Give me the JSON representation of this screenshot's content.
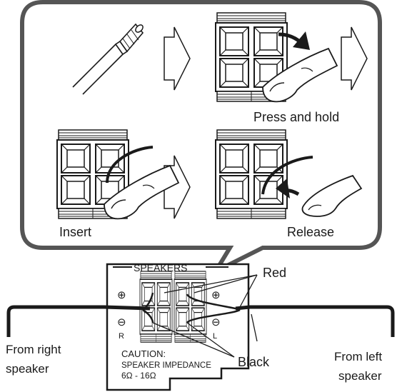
{
  "steps": {
    "press_label": "Press and hold",
    "insert_label": "Insert",
    "release_label": "Release"
  },
  "panel": {
    "title": "SPEAKERS",
    "plus_symbol": "⊕",
    "minus_symbol": "⊖",
    "right_channel": "R",
    "left_channel": "L",
    "caution_line1": "CAUTION:",
    "caution_line2": "SPEAKER IMPEDANCE",
    "caution_line3": "6Ω - 16Ω"
  },
  "callouts": {
    "red": "Red",
    "black": "Black",
    "from_right_line1": "From right",
    "from_right_line2": "speaker",
    "from_left_line1": "From left",
    "from_left_line2": "speaker"
  },
  "colors": {
    "line": "#1a1a1a",
    "terminal_fill": "#ffffff",
    "bubble_fill": "#ffffff",
    "wire": "#1a1a1a"
  }
}
